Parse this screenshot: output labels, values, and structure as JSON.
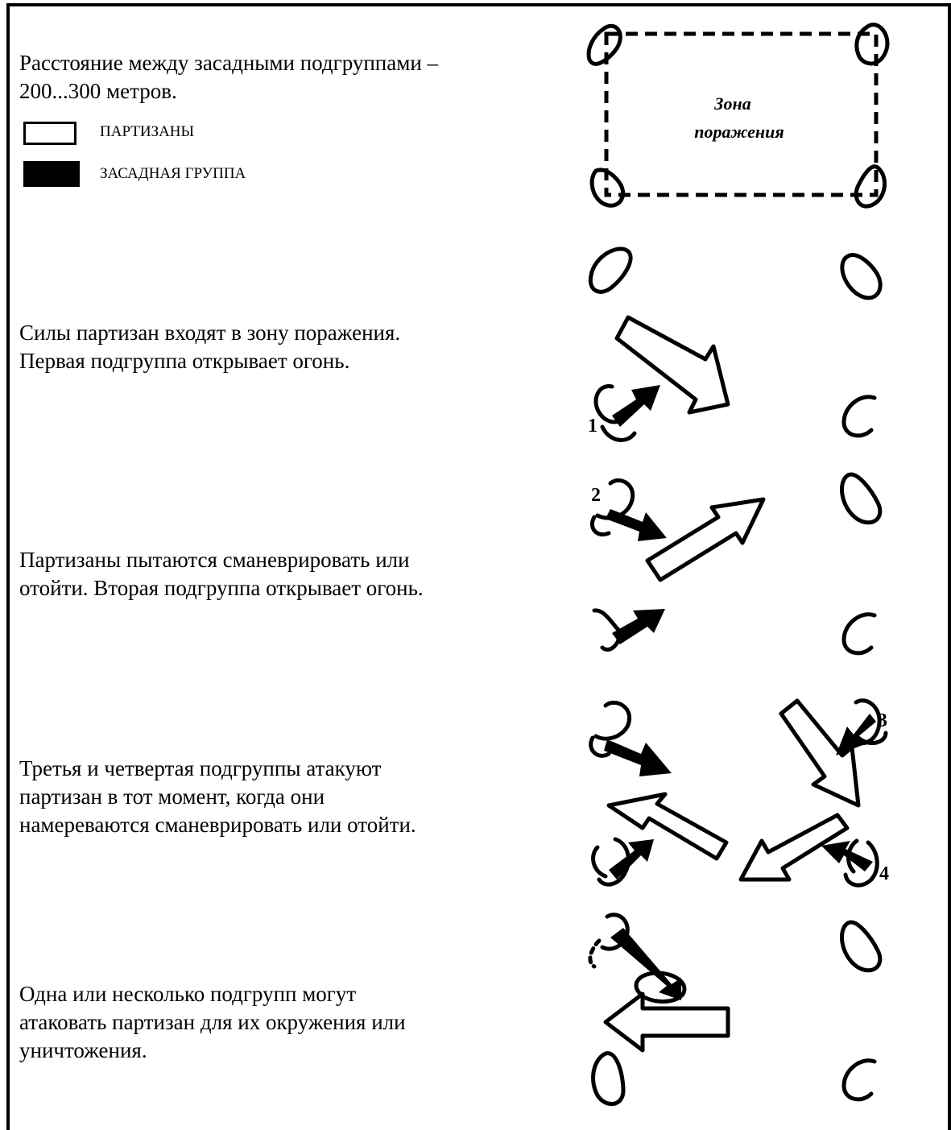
{
  "steps": [
    {
      "text_lines": [
        "Расстояние между засадными подгруппами –",
        "200...300 метров."
      ]
    },
    {
      "text_lines": [
        "Силы партизан входят в зону поражения.",
        "Первая подгруппа открывает огонь."
      ]
    },
    {
      "text_lines": [
        "Партизаны пытаются сманеврировать или",
        "отойти. Вторая подгруппа открывает огонь."
      ]
    },
    {
      "text_lines": [
        "Третья и четвертая подгруппы атакуют",
        "партизан в тот момент, когда они",
        "намереваются сманеврировать или отойти."
      ]
    },
    {
      "text_lines": [
        "Одна или несколько подгрупп могут",
        "атаковать партизан для их окружения или",
        "уничтожения."
      ]
    }
  ],
  "legend": {
    "partisans": "ПАРТИЗАНЫ",
    "ambush_group": "ЗАСАДНАЯ ГРУППА"
  },
  "diagram": {
    "zone_label_line1": "Зона",
    "zone_label_line2": "поражения",
    "subgroup_numbers": [
      "1",
      "2",
      "3",
      "4"
    ]
  },
  "colors": {
    "ink": "#000000",
    "background": "#ffffff"
  }
}
